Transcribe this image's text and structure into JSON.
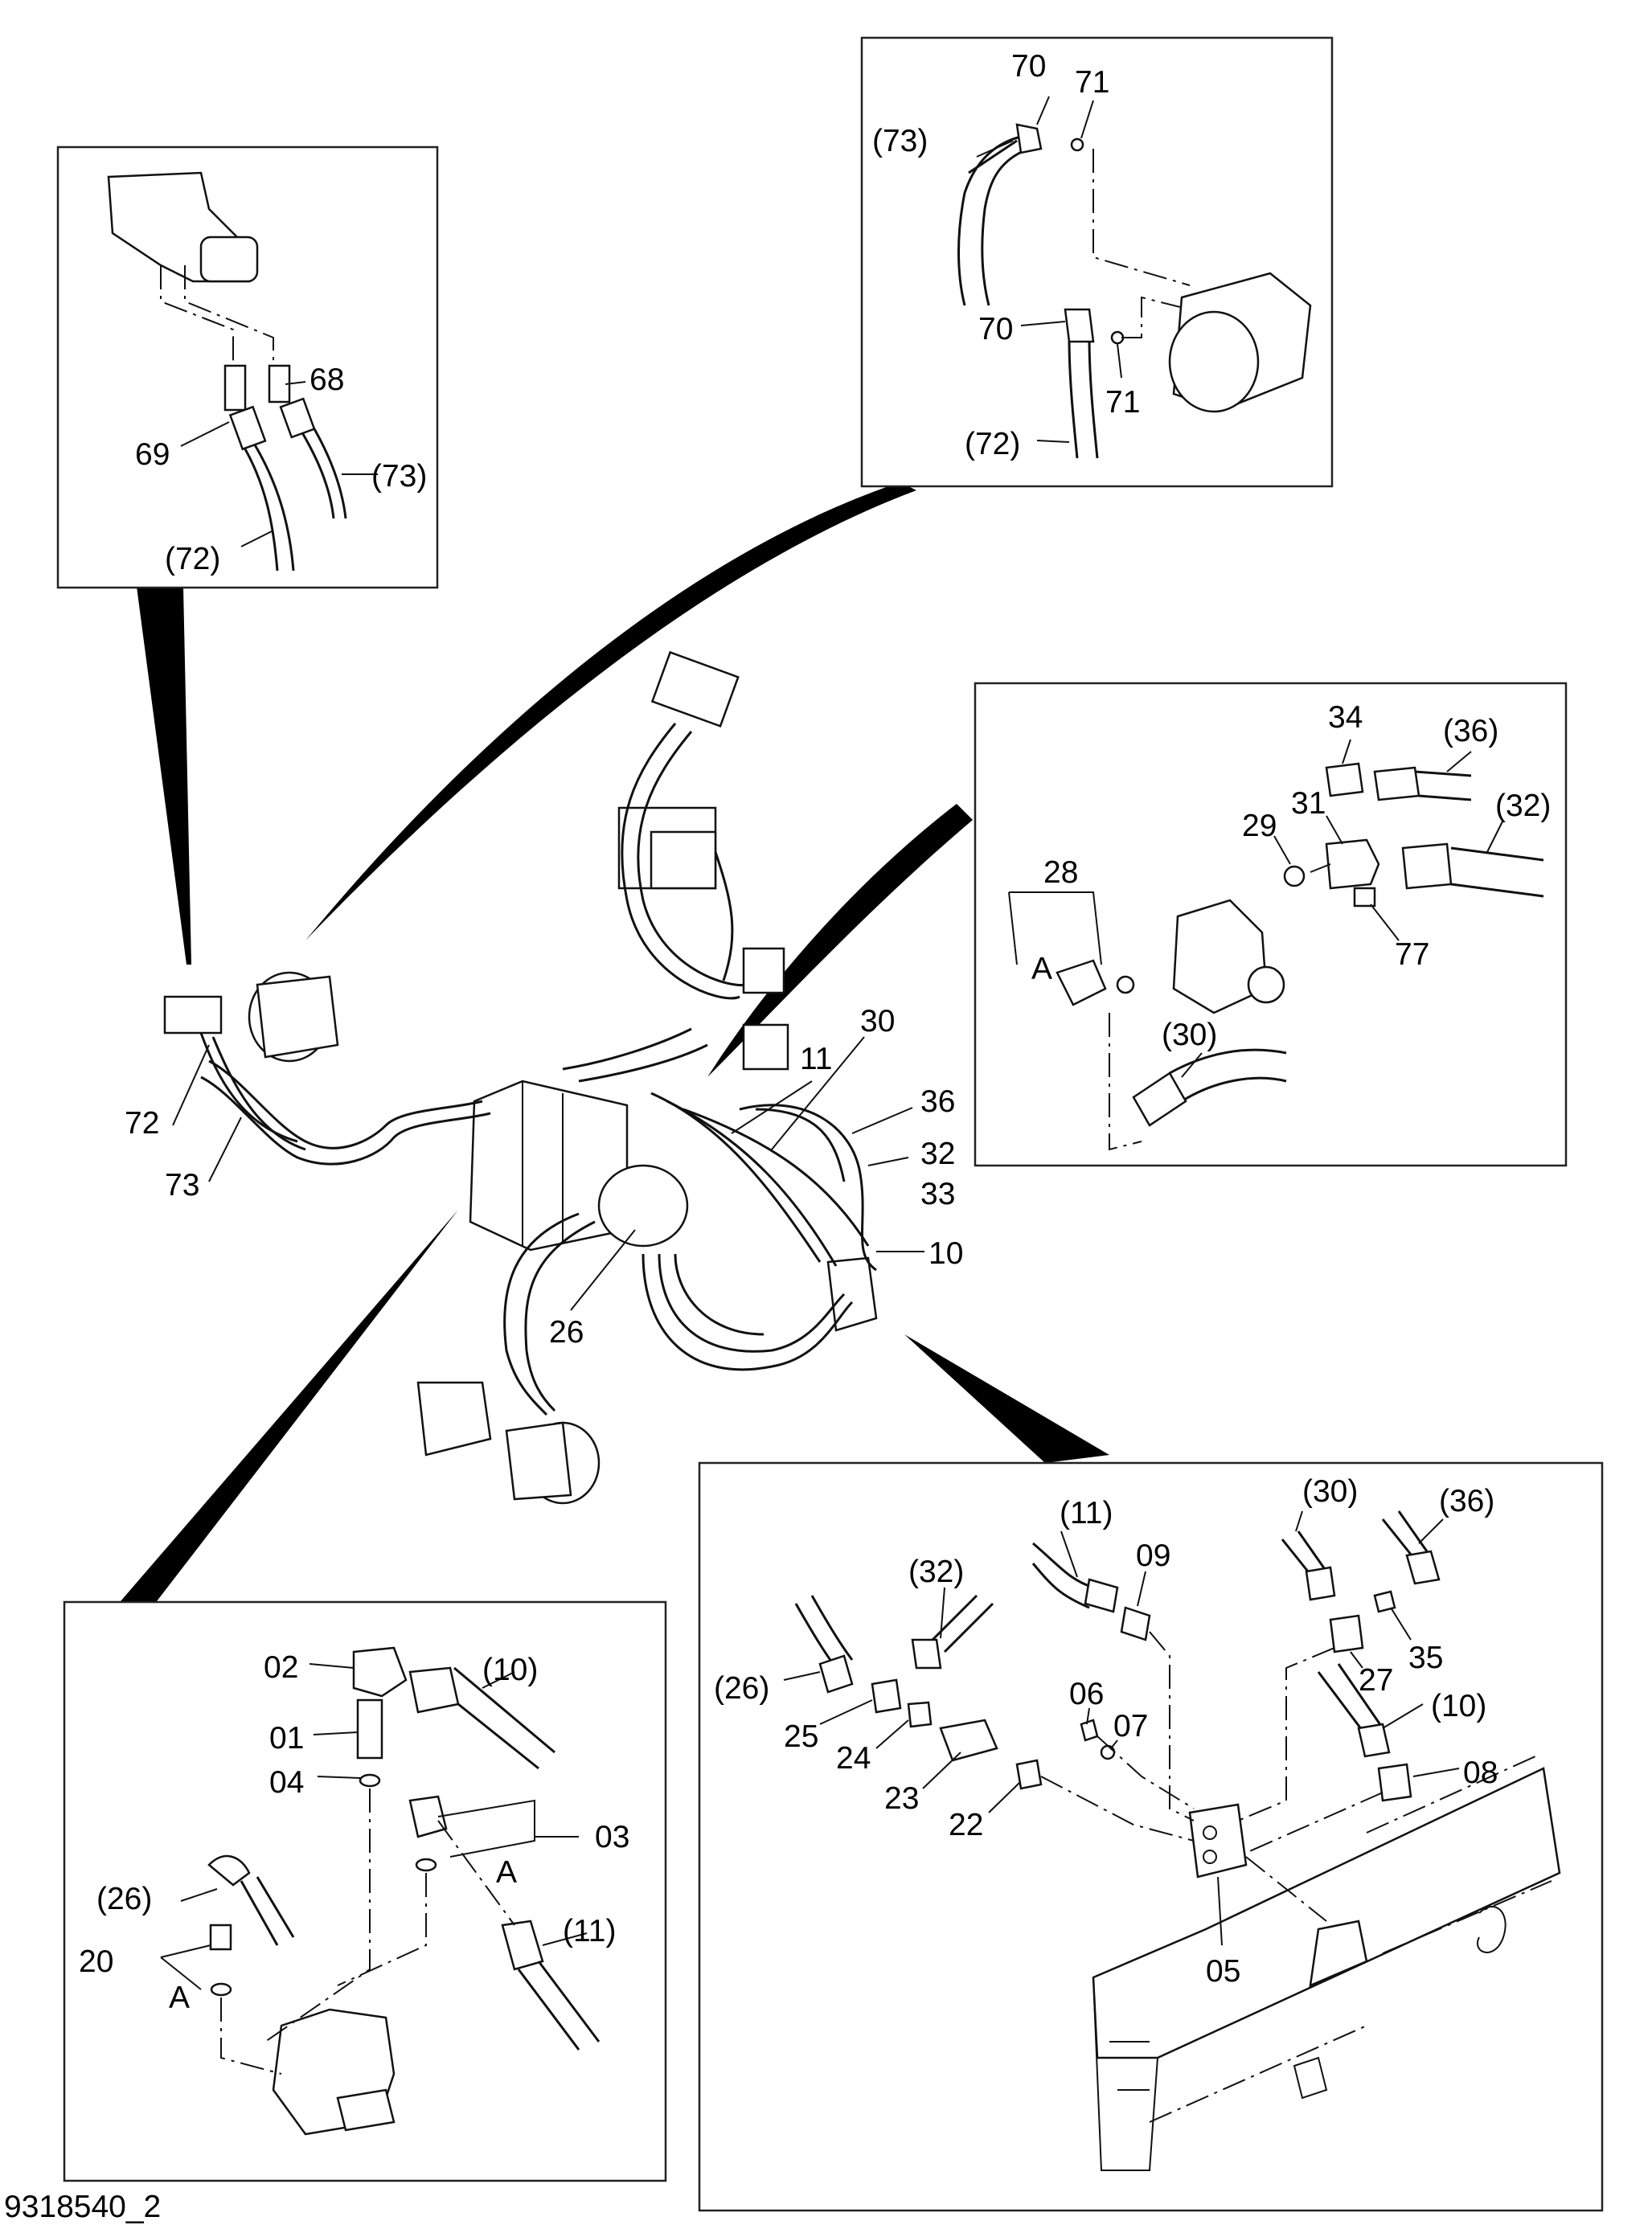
{
  "figure_id": "9318540_2",
  "callouts": {
    "tl": [
      "68",
      "69",
      "(73)",
      "(72)"
    ],
    "tc": [
      "70",
      "71",
      "(73)",
      "70",
      "71",
      "(72)"
    ],
    "mr": [
      "34",
      "(36)",
      "31",
      "29",
      "(32)",
      "28",
      "A",
      "77",
      "(30)"
    ],
    "main": [
      "30",
      "11",
      "36",
      "32",
      "33",
      "10",
      "26",
      "72",
      "73"
    ],
    "bl": [
      "02",
      "(10)",
      "01",
      "04",
      "03",
      "A",
      "(26)",
      "(11)",
      "20",
      "A"
    ],
    "br": [
      "(11)",
      "09",
      "(30)",
      "(36)",
      "(32)",
      "(26)",
      "35",
      "27",
      "25",
      "24",
      "06",
      "07",
      "(10)",
      "23",
      "22",
      "08",
      "05"
    ]
  }
}
